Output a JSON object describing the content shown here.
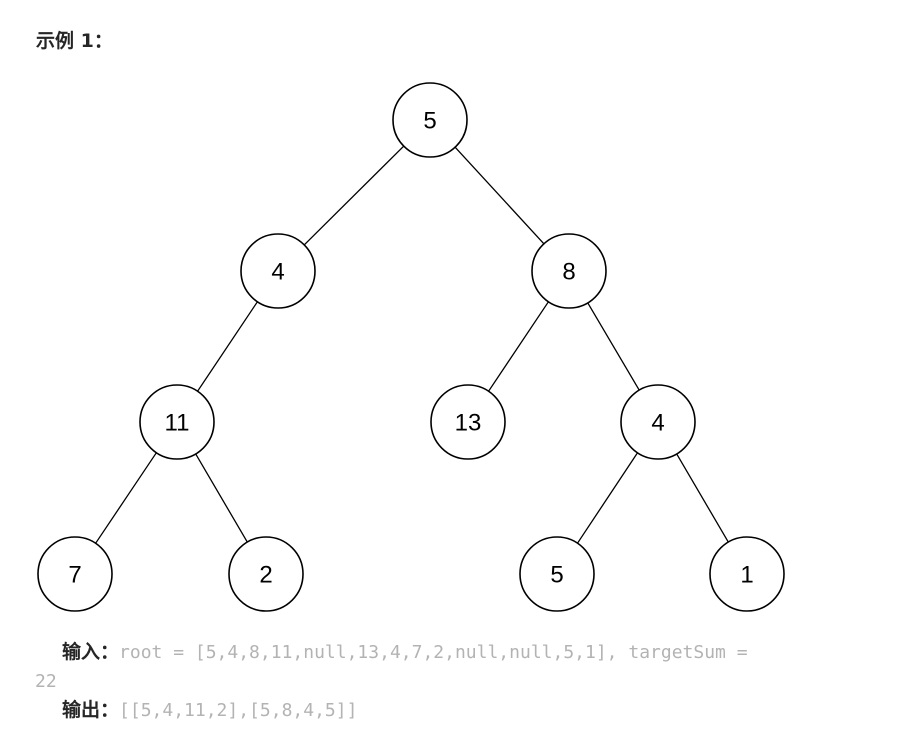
{
  "heading": "示例 1：",
  "tree": {
    "nodes": [
      {
        "id": "n1",
        "label": "5"
      },
      {
        "id": "n2",
        "label": "4"
      },
      {
        "id": "n3",
        "label": "8"
      },
      {
        "id": "n4",
        "label": "11"
      },
      {
        "id": "n5",
        "label": "13"
      },
      {
        "id": "n6",
        "label": "4"
      },
      {
        "id": "n7",
        "label": "7"
      },
      {
        "id": "n8",
        "label": "2"
      },
      {
        "id": "n9",
        "label": "5"
      },
      {
        "id": "n10",
        "label": "1"
      }
    ],
    "edges": [
      {
        "from": "n1",
        "to": "n2"
      },
      {
        "from": "n1",
        "to": "n3"
      },
      {
        "from": "n2",
        "to": "n4"
      },
      {
        "from": "n3",
        "to": "n5"
      },
      {
        "from": "n3",
        "to": "n6"
      },
      {
        "from": "n4",
        "to": "n7"
      },
      {
        "from": "n4",
        "to": "n8"
      },
      {
        "from": "n6",
        "to": "n9"
      },
      {
        "from": "n6",
        "to": "n10"
      }
    ]
  },
  "example": {
    "input_label": "输入：",
    "input_value_line1": "root = [5,4,8,11,null,13,4,7,2,null,null,5,1], targetSum =",
    "input_value_line2": "22",
    "output_label": "输出：",
    "output_value": "[[5,4,11,2],[5,8,4,5]]"
  }
}
